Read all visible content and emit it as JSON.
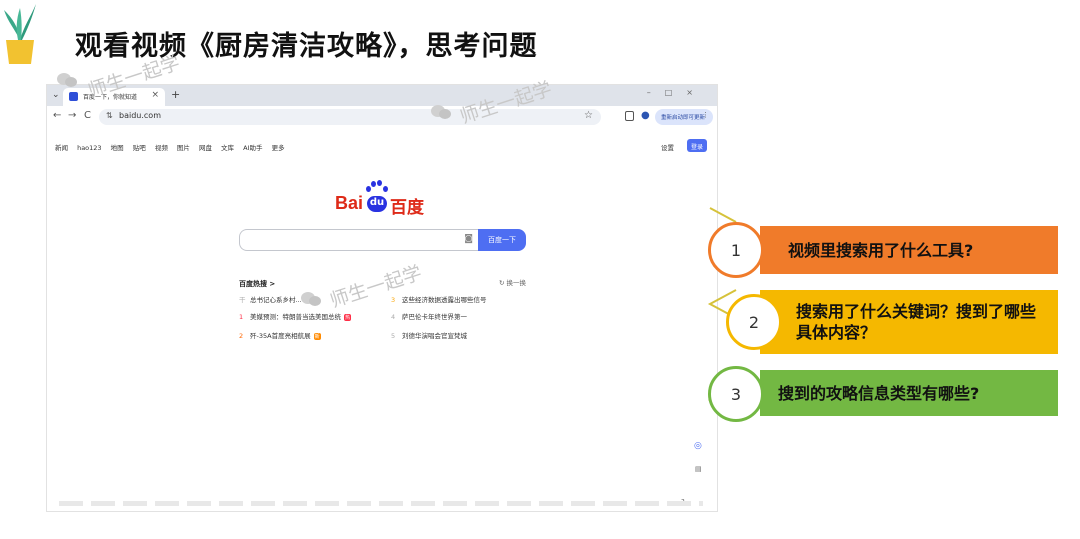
{
  "slide": {
    "title": "观看视频《厨房清洁攻略》，思考问题",
    "watermark": "师生一起学"
  },
  "browser": {
    "tab_title": "百度一下，你就知道",
    "tab_close": "×",
    "new_tab": "+",
    "back": "←",
    "forward": "→",
    "reload": "C",
    "url": "baidu.com",
    "update_button": "重新启动即可更新",
    "menu": "⋮"
  },
  "baidu": {
    "links": [
      "新闻",
      "hao123",
      "地图",
      "贴吧",
      "视频",
      "图片",
      "网盘",
      "文库",
      "AI助手",
      "更多"
    ],
    "settings": "设置",
    "login": "登录",
    "logo": {
      "bai": "Bai",
      "du": "du",
      "cn": "百度"
    },
    "search_button": "百度一下",
    "hot": {
      "title": "百度热搜 >",
      "refresh": "换一换",
      "items": [
        {
          "num": "干",
          "text": "总书记心系乡村..."
        },
        {
          "num": "1",
          "text": "美媒预测：特朗普当选美国总统",
          "tag": "热"
        },
        {
          "num": "2",
          "text": "歼-35A首度亮相航展",
          "tag": "新"
        },
        {
          "num": "3",
          "text": "这些经济数据透露出哪些信号"
        },
        {
          "num": "4",
          "text": "萨巴伦卡年终世界第一"
        },
        {
          "num": "5",
          "text": "刘德华演唱会官宣梵城"
        }
      ]
    }
  },
  "questions": [
    {
      "num": "1",
      "text": "视频里搜索用了什么工具?",
      "color": "#f07b2a"
    },
    {
      "num": "2",
      "text": "搜索用了什么关键词？搜到了哪些具体内容？",
      "color": "#f5b800"
    },
    {
      "num": "3",
      "text": "搜到的攻略信息类型有哪些?",
      "color": "#73b843"
    }
  ]
}
